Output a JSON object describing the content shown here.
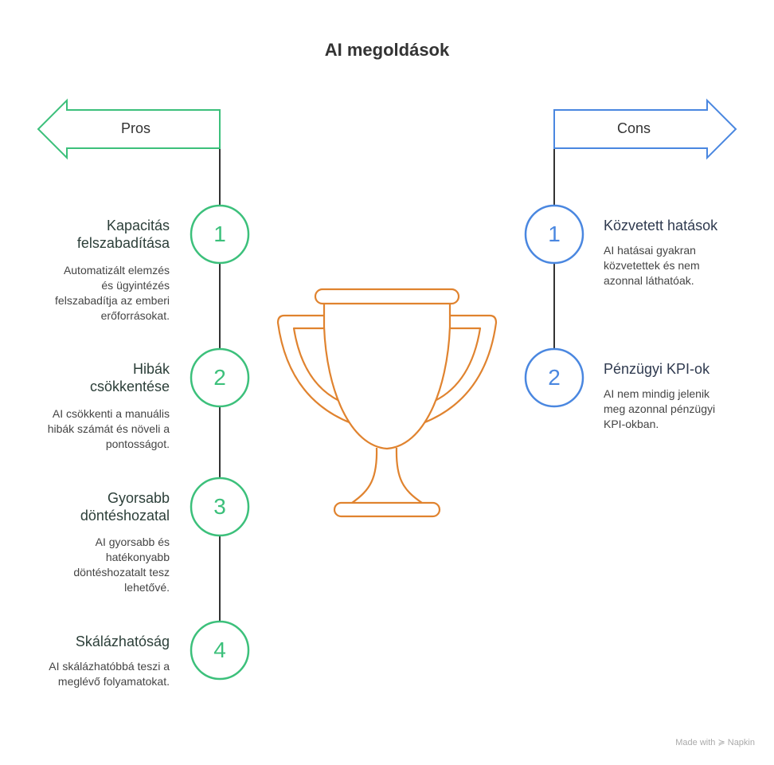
{
  "title": "AI megoldások",
  "colors": {
    "pros": "#3cc07b",
    "cons": "#4a87e0",
    "trophy": "#e0832f",
    "line": "#333333"
  },
  "pros": {
    "label": "Pros",
    "items": [
      {
        "number": "1",
        "heading": "Kapacitás\nfelszabadítása",
        "description": "Automatizált elemzés\nés ügyintézés\nfelszabadítja az emberi\nerőforrásokat."
      },
      {
        "number": "2",
        "heading": "Hibák\ncsökkentése",
        "description": "AI csökkenti a manuális\nhibák számát és növeli a\npontosságot."
      },
      {
        "number": "3",
        "heading": "Gyorsabb\ndöntéshozatal",
        "description": "AI gyorsabb és\nhatékonyabb\ndöntéshozatalt tesz\nlehetővé."
      },
      {
        "number": "4",
        "heading": "Skálázhatóság",
        "description": "AI skálázhatóbbá teszi a\nmeglévő folyamatokat."
      }
    ]
  },
  "cons": {
    "label": "Cons",
    "items": [
      {
        "number": "1",
        "heading": "Közvetett hatások",
        "description": "AI hatásai gyakran\nközvetettek és nem\nazonnal láthatóak."
      },
      {
        "number": "2",
        "heading": "Pénzügyi KPI-ok",
        "description": "AI nem mindig jelenik\nmeg azonnal pénzügyi\nKPI-okban."
      }
    ]
  },
  "footer": {
    "made_with": "Made with",
    "brand": "Napkin"
  }
}
